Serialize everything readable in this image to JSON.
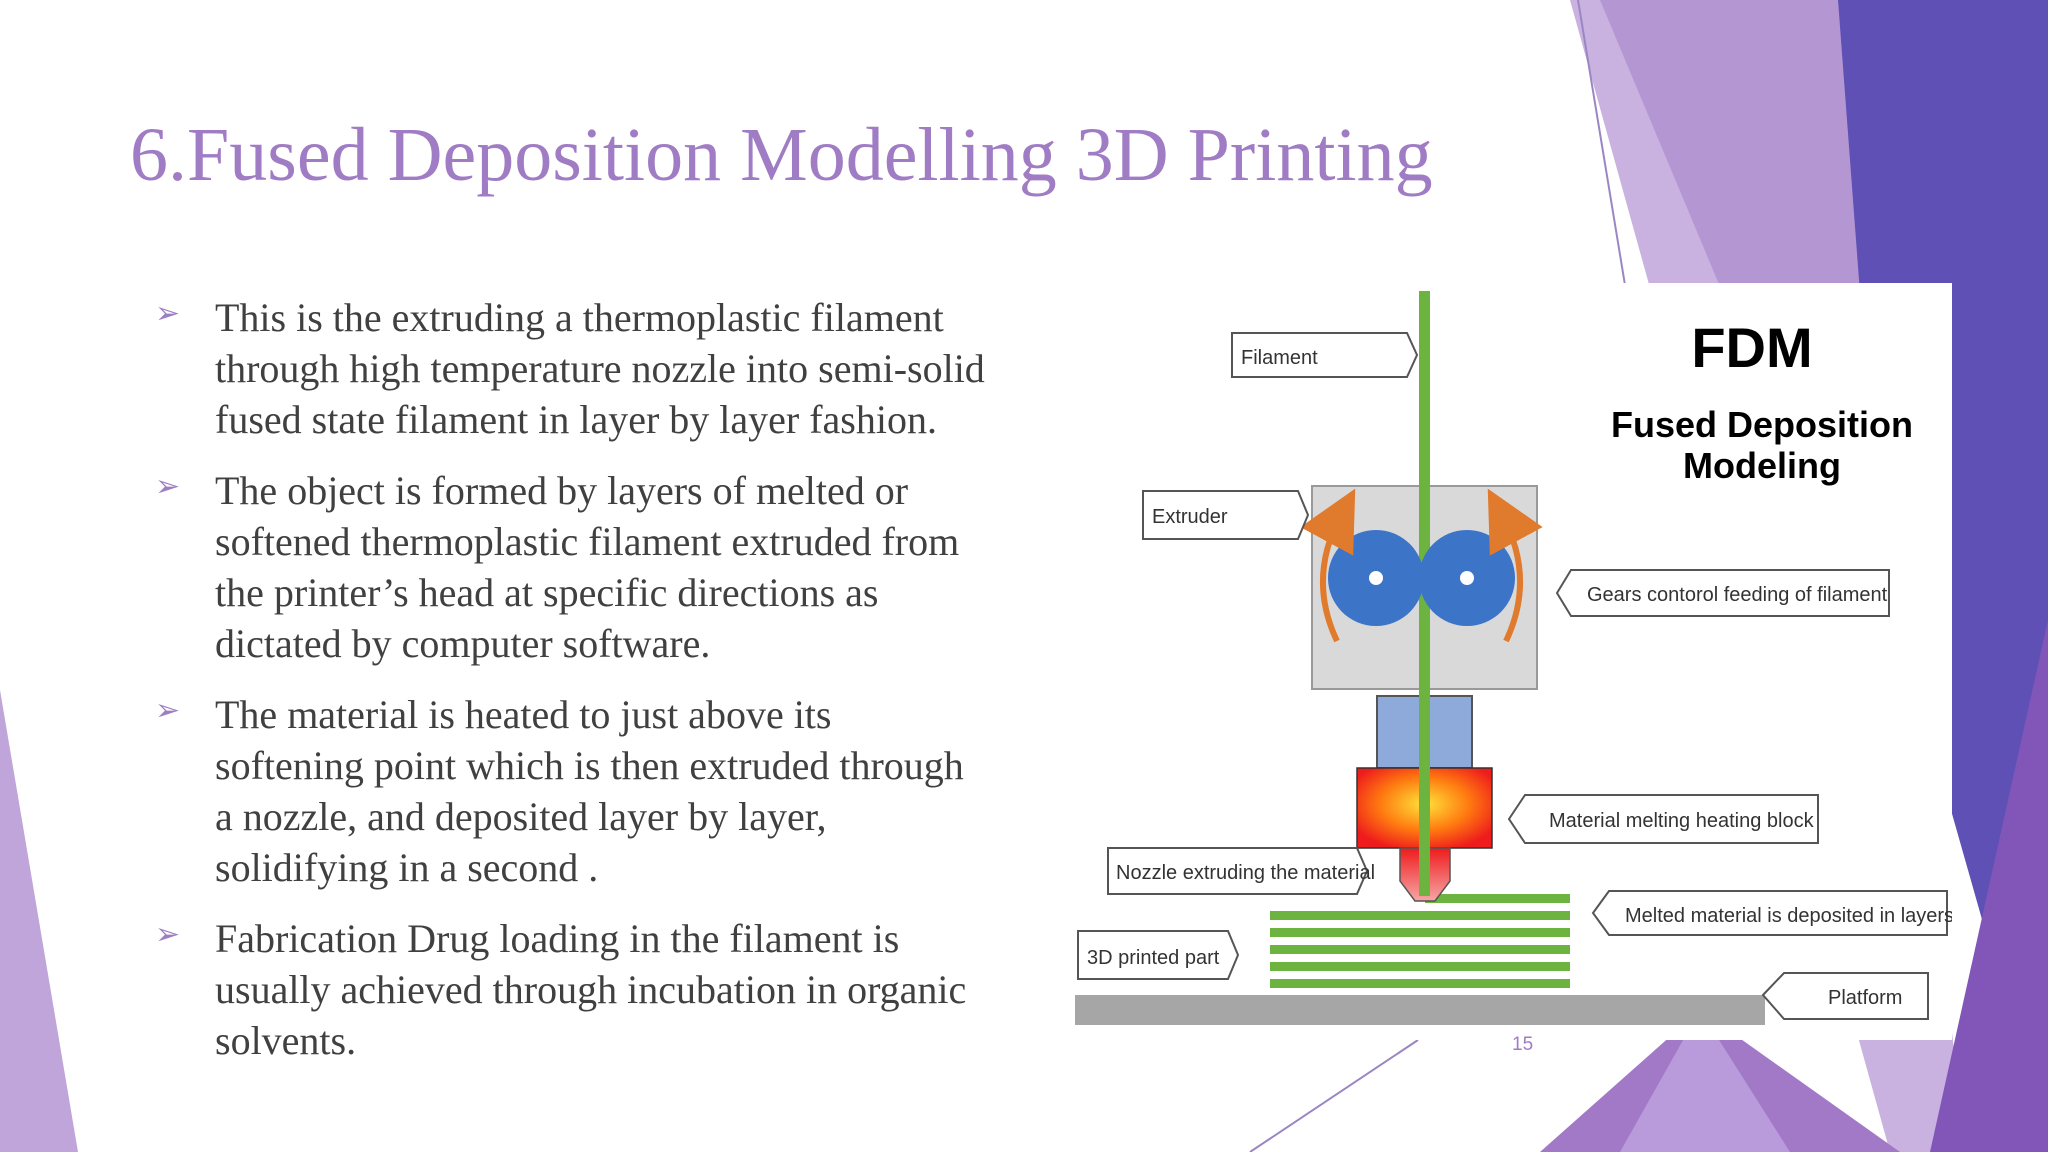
{
  "title": "6.Fused Deposition Modelling 3D Printing",
  "bullet_marker": "➢",
  "bullets": [
    {
      "lines": [
        "This is the extruding a thermoplastic filament",
        "through high temperature nozzle into semi-solid",
        "fused state filament in layer by layer fashion."
      ]
    },
    {
      "lines": [
        "The object is formed by layers of melted or",
        "softened thermoplastic filament extruded from",
        "the printer’s head at specific directions as",
        "dictated by computer software."
      ]
    },
    {
      "lines": [
        "The material is heated to just above its",
        "softening point which is then extruded through",
        "a nozzle, and deposited layer by layer,",
        "solidifying in a second ."
      ]
    },
    {
      "lines": [
        "Fabrication Drug loading in the filament is",
        "usually achieved through incubation in organic",
        "solvents."
      ]
    }
  ],
  "figure": {
    "heading": "FDM",
    "subheading_line1": "Fused Deposition",
    "subheading_line2": "Modeling",
    "labels": {
      "filament": "Filament",
      "extruder": "Extruder",
      "gears": "Gears contorol feeding of filament",
      "heating_block": "Material melting heating block",
      "nozzle": "Nozzle extruding the material",
      "deposited": "Melted material is deposited in layers",
      "printed_part": "3D printed part",
      "platform": "Platform"
    }
  },
  "page_number": "15",
  "colors": {
    "title": "#a07cc4",
    "body_text": "#404040",
    "bullet_marker": "#9b7fc2",
    "page_number": "#a07cc4",
    "filament_green": "#6cb33f",
    "gear_blue": "#3c74c8",
    "arrow_orange": "#e07a2c",
    "extruder_gray": "#d9d9d9",
    "platform_gray": "#a6a6a6",
    "nozzle_blue": "#8eaadb",
    "deco_light": "#c4aadb",
    "deco_mid": "#a98bd0",
    "deco_dark": "#6a55b8"
  },
  "decoration": "purple-triangles"
}
